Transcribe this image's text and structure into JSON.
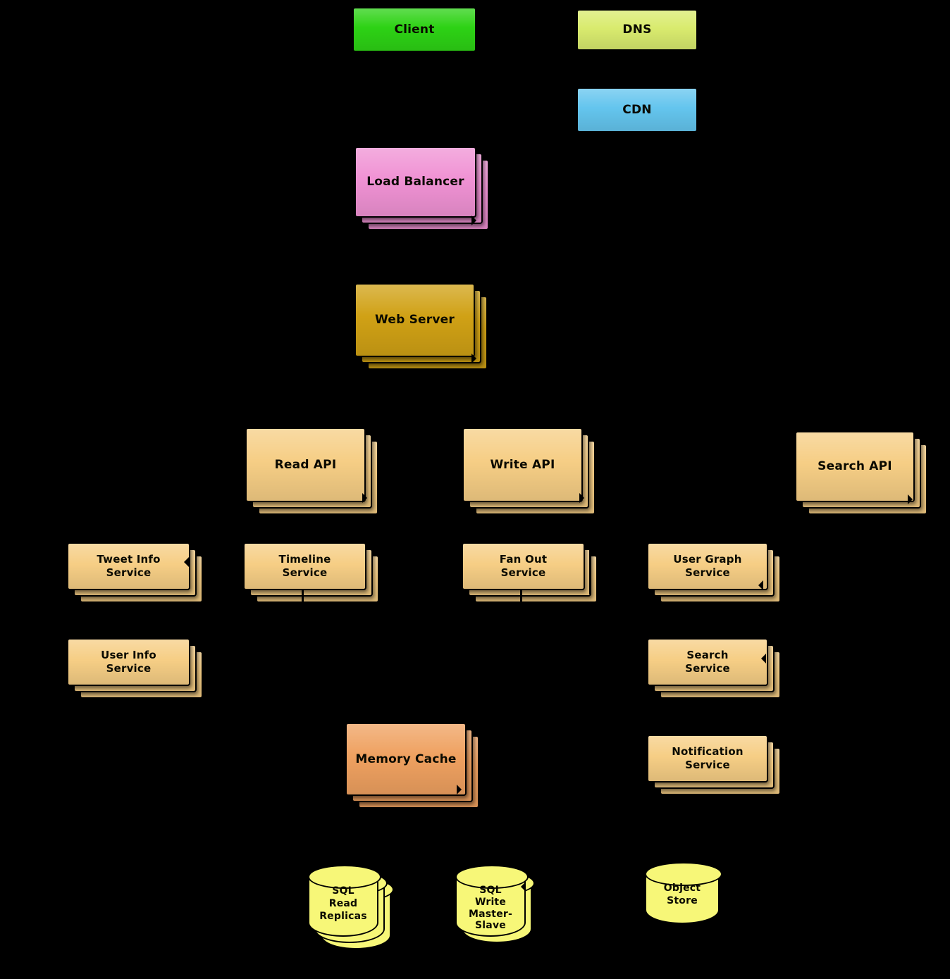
{
  "diagram": {
    "background_color": "#000000",
    "icons": {
      "arrowhead": "css-triangle",
      "line-stub": "css-rect"
    },
    "nodes": {
      "client": {
        "label": "Client",
        "color": "#2dd215",
        "shape": "box",
        "stacked": false
      },
      "dns": {
        "label": "DNS",
        "color": "#d9eb6e",
        "shape": "box",
        "stacked": false
      },
      "cdn": {
        "label": "CDN",
        "color": "#64c5ee",
        "shape": "box",
        "stacked": false
      },
      "load_balancer": {
        "label": "Load Balancer",
        "color": "#f092d4",
        "shape": "box",
        "stacked": true
      },
      "web_server": {
        "label": "Web Server",
        "color": "#d0a115",
        "shape": "box",
        "stacked": true
      },
      "read_api": {
        "label": "Read API",
        "color": "#f6ce85",
        "shape": "box",
        "stacked": true
      },
      "write_api": {
        "label": "Write API",
        "color": "#f6ce85",
        "shape": "box",
        "stacked": true
      },
      "search_api": {
        "label": "Search API",
        "color": "#f6ce85",
        "shape": "box",
        "stacked": true
      },
      "tweet_info_service": {
        "label": "Tweet Info\nService",
        "color": "#f6ce85",
        "shape": "box",
        "stacked": true
      },
      "timeline_service": {
        "label": "Timeline\nService",
        "color": "#f6ce85",
        "shape": "box",
        "stacked": true
      },
      "fan_out_service": {
        "label": "Fan Out\nService",
        "color": "#f6ce85",
        "shape": "box",
        "stacked": true
      },
      "user_graph_service": {
        "label": "User Graph\nService",
        "color": "#f6ce85",
        "shape": "box",
        "stacked": true
      },
      "user_info_service": {
        "label": "User Info\nService",
        "color": "#f6ce85",
        "shape": "box",
        "stacked": true
      },
      "search_service": {
        "label": "Search\nService",
        "color": "#f6ce85",
        "shape": "box",
        "stacked": true
      },
      "memory_cache": {
        "label": "Memory Cache",
        "color": "#efa160",
        "shape": "box",
        "stacked": true
      },
      "notification_service": {
        "label": "Notification\nService",
        "color": "#f6ce85",
        "shape": "box",
        "stacked": true
      },
      "sql_read_replicas": {
        "label": "SQL\nRead\nReplicas",
        "color": "#f7f778",
        "shape": "cylinder",
        "stacked": true
      },
      "sql_write_master_slave": {
        "label": "SQL\nWrite\nMaster-\nSlave",
        "color": "#f7f778",
        "shape": "cylinder",
        "stacked": true
      },
      "object_store": {
        "label": "Object\nStore",
        "color": "#f7f778",
        "shape": "cylinder",
        "stacked": false
      }
    }
  }
}
